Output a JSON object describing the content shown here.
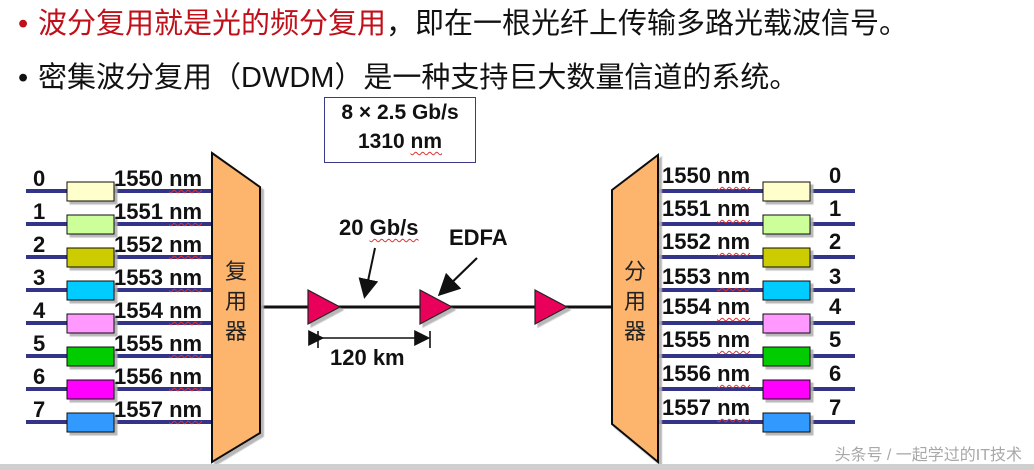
{
  "bullets": [
    {
      "red_text": "波分复用就是光的频分复用",
      "rest_text": "，即在一根光纤上传输多路光载波信号。"
    },
    {
      "red_text": "",
      "rest_text": "密集波分复用（DWDM）是一种支持巨大数量信道的系统。"
    }
  ],
  "infobox": {
    "line1": "8 × 2.5 Gb/s",
    "line2": "1310 nm"
  },
  "multiplexer": {
    "label_chars": [
      "复",
      "用",
      "器"
    ],
    "fill": "#FDB46C"
  },
  "demultiplexer": {
    "label_chars": [
      "分",
      "用",
      "器"
    ],
    "fill": "#FDB46C"
  },
  "fiber": {
    "rate_label": "20 Gb/s",
    "amplifier_label": "EDFA",
    "span_label": "120 km",
    "amplifier_color": "#E8005A"
  },
  "channels": [
    {
      "index": "0",
      "wavelength": "1550",
      "unit": "nm",
      "color": "#FFFFCC"
    },
    {
      "index": "1",
      "wavelength": "1551",
      "unit": "nm",
      "color": "#CCFF99"
    },
    {
      "index": "2",
      "wavelength": "1552",
      "unit": "nm",
      "color": "#CCCC00"
    },
    {
      "index": "3",
      "wavelength": "1553",
      "unit": "nm",
      "color": "#00CCFF"
    },
    {
      "index": "4",
      "wavelength": "1554",
      "unit": "nm",
      "color": "#FF99FF"
    },
    {
      "index": "5",
      "wavelength": "1555",
      "unit": "nm",
      "color": "#00CC00"
    },
    {
      "index": "6",
      "wavelength": "1556",
      "unit": "nm",
      "color": "#FF00FF"
    },
    {
      "index": "7",
      "wavelength": "1557",
      "unit": "nm",
      "color": "#3399FF"
    }
  ],
  "line_color": "#333388",
  "watermark": "头条号 / 一起学过的IT技术"
}
